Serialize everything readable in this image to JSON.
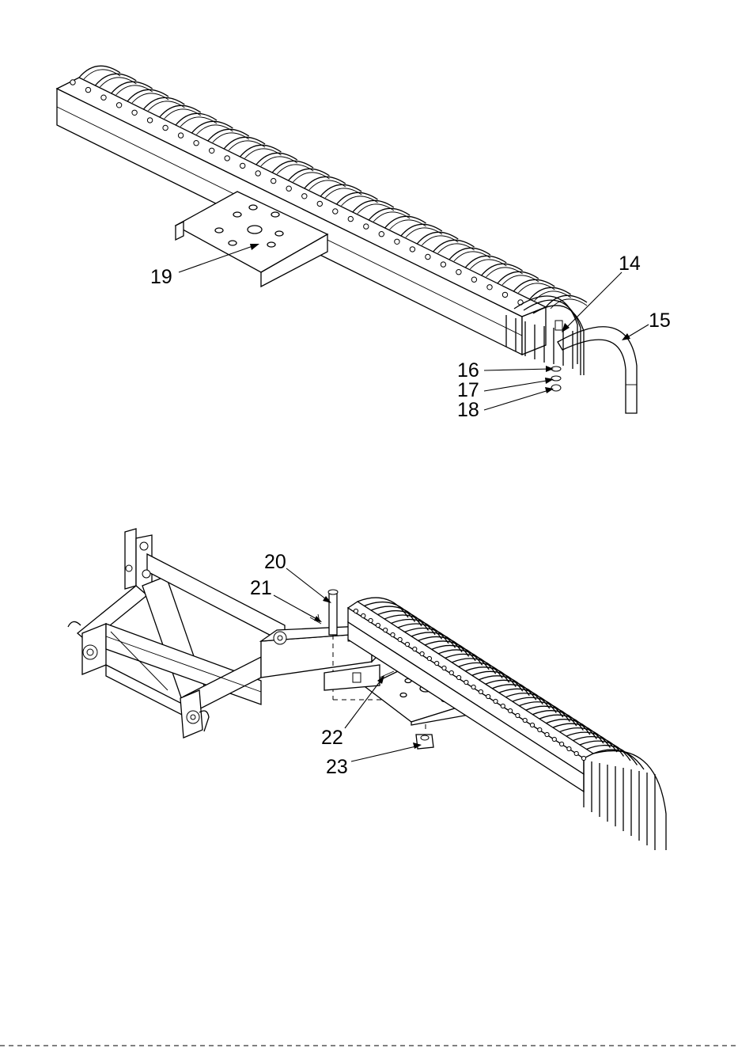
{
  "top_assembly": {
    "callouts": [
      {
        "id": "19",
        "label": "19"
      },
      {
        "id": "14",
        "label": "14"
      },
      {
        "id": "15",
        "label": "15"
      },
      {
        "id": "16",
        "label": "16"
      },
      {
        "id": "17",
        "label": "17"
      },
      {
        "id": "18",
        "label": "18"
      }
    ]
  },
  "bottom_assembly": {
    "callouts": [
      {
        "id": "20",
        "label": "20"
      },
      {
        "id": "21",
        "label": "21"
      },
      {
        "id": "22",
        "label": "22"
      },
      {
        "id": "23",
        "label": "23"
      }
    ]
  }
}
